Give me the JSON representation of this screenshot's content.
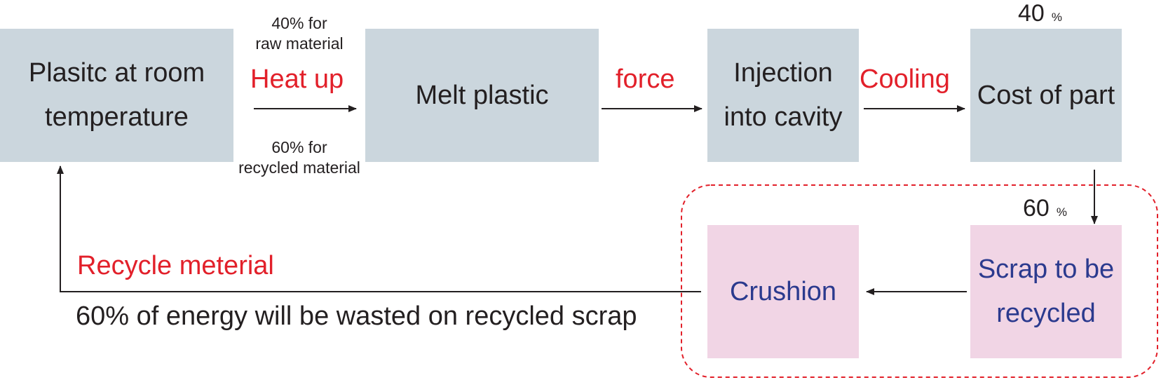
{
  "boxes": {
    "plastic_room_temp": [
      "Plasitc at room",
      "temperature"
    ],
    "melt_plastic": [
      "Melt plastic"
    ],
    "injection_cavity": [
      "Injection",
      "into cavity"
    ],
    "cost_of_part": [
      "Cost of part"
    ],
    "scrap_recycled": [
      "Scrap to be",
      "recycled"
    ],
    "crushion": [
      "Crushion"
    ]
  },
  "steps": {
    "heat_up": "Heat up",
    "force": "force",
    "cooling": "Cooling",
    "recycle_material": "Recycle meterial"
  },
  "notes": {
    "raw_material": [
      "40% for",
      "raw material"
    ],
    "recycled_material": [
      "60% for",
      "recycled material"
    ],
    "energy_waste": "60% of energy will be wasted on recycled scrap"
  },
  "percentages": {
    "part": {
      "value": "40",
      "unit": "%"
    },
    "scrap": {
      "value": "60",
      "unit": "%"
    }
  },
  "colors": {
    "process_box": "#cbd6dd",
    "recycle_box": "#f1d5e5",
    "recycle_text": "#2b3a8e",
    "step_label": "#e2202a",
    "recycle_region_border": "#e2202a"
  }
}
